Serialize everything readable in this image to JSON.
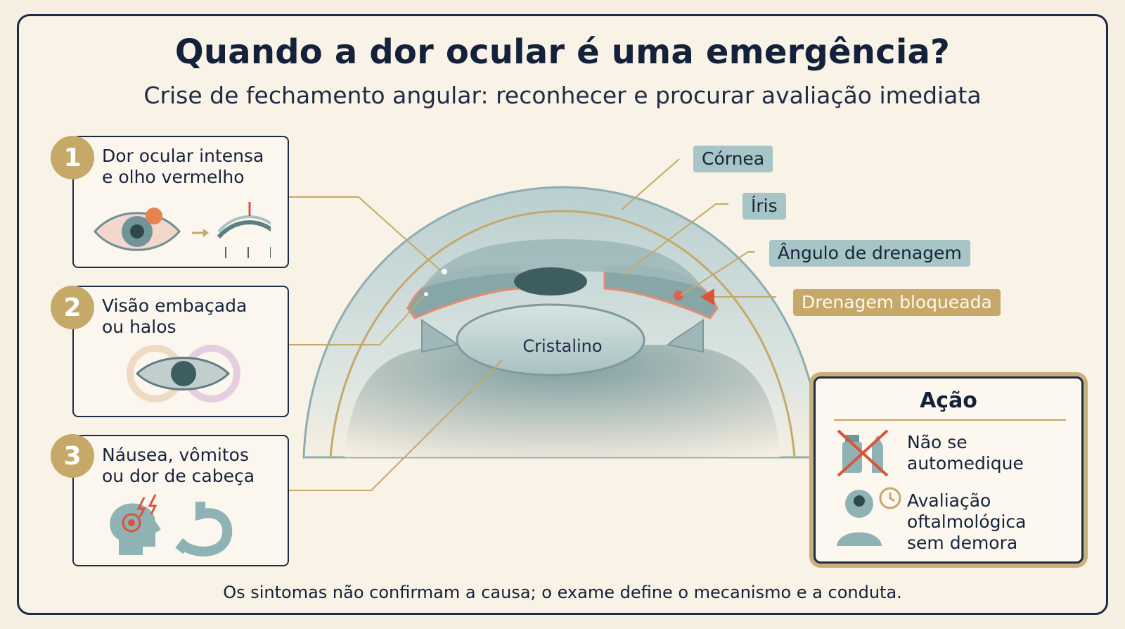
{
  "title": "Quando a dor ocular é uma emergência?",
  "subtitle": "Crise de fechamento angular: reconhecer e procurar avaliação imediata",
  "symptoms": [
    {
      "number": "1",
      "line1": "Dor ocular intensa",
      "line2": "e olho vermelho"
    },
    {
      "number": "2",
      "line1": "Visão embaçada",
      "line2": "ou halos"
    },
    {
      "number": "3",
      "line1": "Náusea, vômitos",
      "line2": "ou dor de cabeça"
    }
  ],
  "anatomy": {
    "cornea": "Córnea",
    "iris": "Íris",
    "angle": "Ângulo de drenagem",
    "blocked": "Drenagem bloqueada",
    "lens": "Cristalino"
  },
  "action": {
    "title": "Ação",
    "item1_line1": "Não se",
    "item1_line2": "automedique",
    "item2_line1": "Avaliação",
    "item2_line2": "oftalmológica",
    "item2_line3": "sem demora"
  },
  "footer": "Os sintomas não confirmam a causa; o exame define o mecanismo e a conduta.",
  "colors": {
    "navy": "#1e2b45",
    "gold": "#c6a869",
    "teal_label": "#a7c4c6",
    "alert_red": "#d9553a",
    "background": "#f9f2e6"
  }
}
